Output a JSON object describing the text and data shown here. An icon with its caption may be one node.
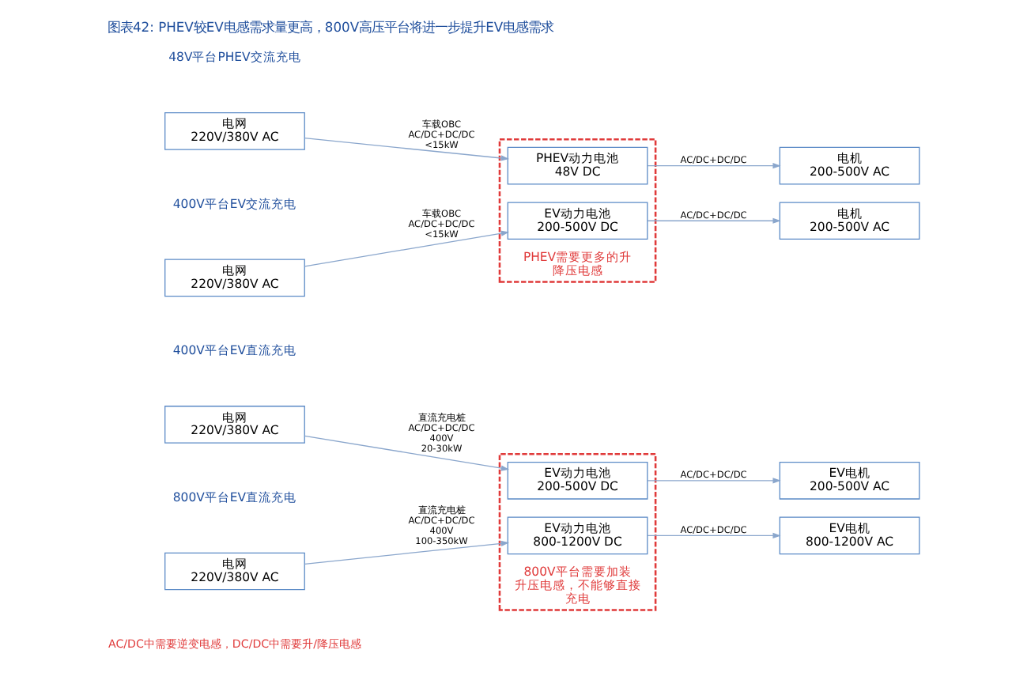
{
  "diagram": {
    "title": "图表42: PHEV较EV电感需求量更高，800V高压平台将进一步提升EV电感需求",
    "nodes": [
      {
        "text": [
          "电网 220V/380V AC"
        ]
      },
      {
        "text": [
          "PHEV需要更多的升降压电感"
        ]
      },
      {
        "text": [
          "PHEV动力电池 48V DC"
        ],
        "in": 1
      },
      {
        "text": [
          "电机 200-500V AC"
        ]
      },
      {
        "text": [
          "电网 220V/380V AC"
        ]
      },
      {
        "text": [
          "EV动力电池 200-500V DC"
        ],
        "in": 1
      },
      {
        "text": [
          "电机 200-500V AC"
        ]
      },
      {
        "text": [
          "电网 220V/380V AC"
        ]
      },
      {
        "text": [
          "800V平台需要加装升压电感，不能够直接充电"
        ]
      },
      {
        "text": [
          "EV动力电池 200-500V DC"
        ],
        "in": 8
      },
      {
        "text": [
          "EV电机 200-500V AC"
        ]
      },
      {
        "text": [
          "电网 220V/380V AC"
        ]
      },
      {
        "text": [
          "EV动力电池 800-1200V DC"
        ],
        "in": 8
      },
      {
        "text": [
          "EV电机 800-1200V AC"
        ]
      }
    ],
    "edges": [
      {
        "from": 0,
        "to": 2,
        "arrow": "to",
        "label": "车载OBC AC/DC+DC/DC <15kW"
      },
      {
        "from": 2,
        "to": 3,
        "arrow": "to",
        "label": "AC/DC+DC/DC"
      },
      {
        "from": 4,
        "to": 5,
        "arrow": "to",
        "label": "车载OBC AC/DC+DC/DC <15kW"
      },
      {
        "from": 5,
        "to": 6,
        "arrow": "to",
        "label": "AC/DC+DC/DC"
      },
      {
        "from": 7,
        "to": 9,
        "arrow": "to",
        "label": "直流充电桩 AC/DC+DC/DC 400V 20-30kW"
      },
      {
        "from": 9,
        "to": 10,
        "arrow": "to",
        "label": "AC/DC+DC/DC"
      },
      {
        "from": 11,
        "to": 12,
        "arrow": "to",
        "label": "直流充电桩 AC/DC+DC/DC 400V 100-350kW"
      },
      {
        "from": 12,
        "to": 13,
        "arrow": "to",
        "label": "AC/DC+DC/DC"
      }
    ],
    "labels": [
      "48V平台PHEV交流充电",
      "400V平台EV交流充电",
      "400V平台EV直流充电",
      "800V平台EV直流充电",
      "AC/DC中需要逆变电感，DC/DC中需要升/降压电感"
    ]
  }
}
